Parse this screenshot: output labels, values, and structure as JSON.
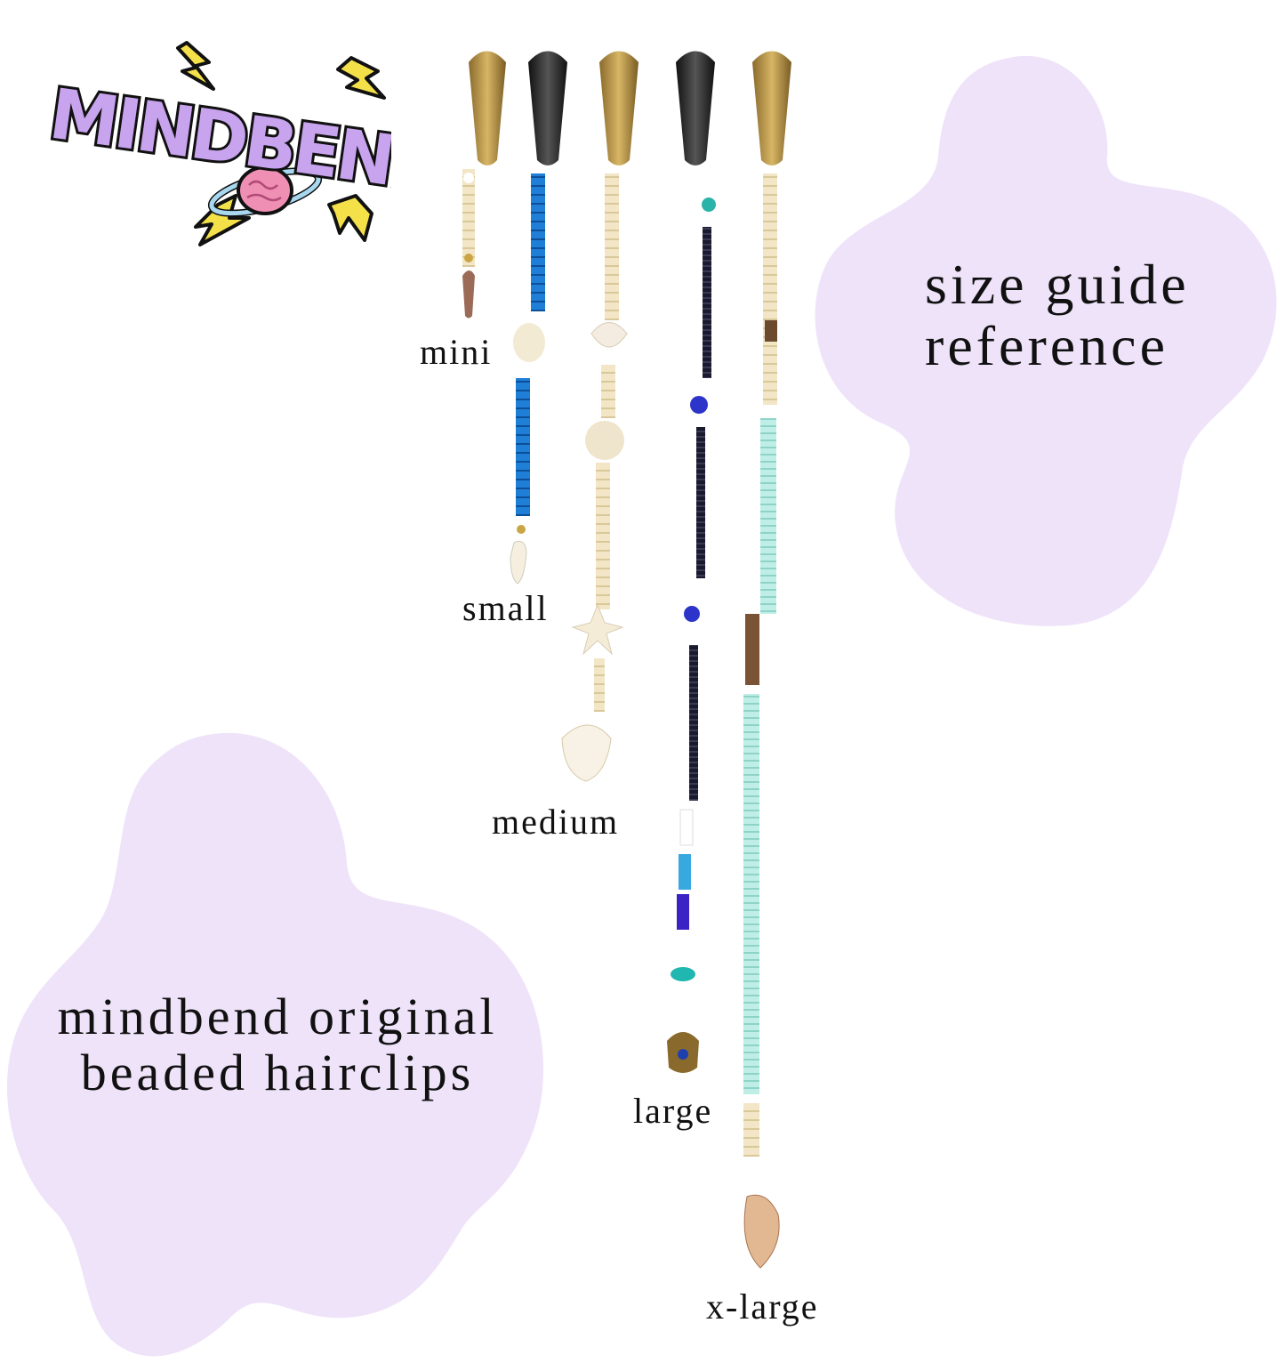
{
  "brand": {
    "logo_text": "MINDBEND"
  },
  "headline_top": {
    "line1": "size guide",
    "line2": "reference"
  },
  "headline_bottom": {
    "line1": "mindbend original",
    "line2": "beaded hairclips"
  },
  "sizes": [
    {
      "label": "mini",
      "clip_finish": "gold"
    },
    {
      "label": "small",
      "clip_finish": "black"
    },
    {
      "label": "medium",
      "clip_finish": "gold"
    },
    {
      "label": "large",
      "clip_finish": "black"
    },
    {
      "label": "x-large",
      "clip_finish": "gold"
    }
  ],
  "colors": {
    "blob": "#efe3fa",
    "logo_purple": "#c8a4ef",
    "logo_yellow": "#f4e14a",
    "bead_blue": "#1f7fd6",
    "bead_black": "#1a1a2e",
    "bead_mint": "#bfeee6",
    "bead_cream": "#f3e6c6"
  }
}
